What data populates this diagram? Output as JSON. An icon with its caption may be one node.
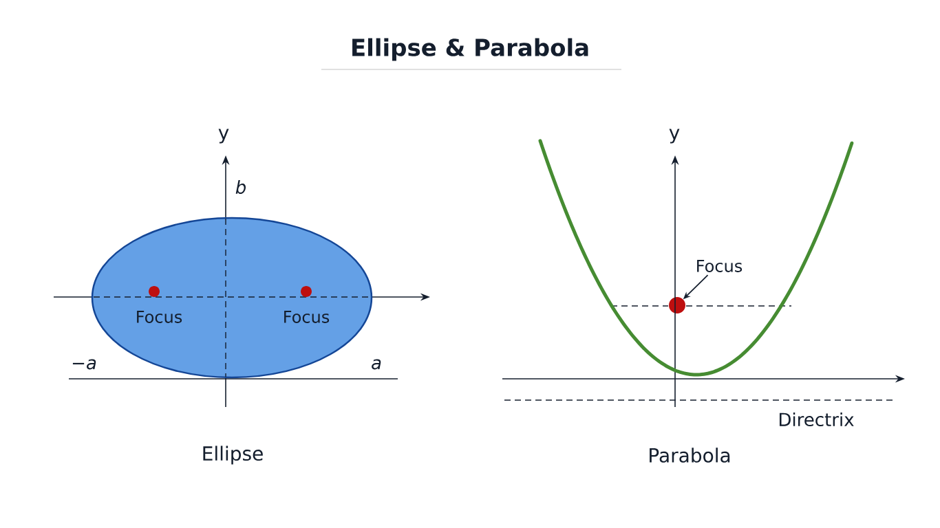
{
  "diagram": {
    "title": "Ellipse & Parabola",
    "nodes": [
      {
        "text": [
          "Focus",
          "Focus"
        ]
      },
      {
        "text": [
          "Focus"
        ]
      },
      {
        "text": [],
        "shape": "circle"
      }
    ],
    "edges": [
      {
        "from": 1,
        "to": 2,
        "arrow": "to"
      }
    ],
    "labels": [
      "y",
      "b",
      "−a",
      "a",
      "Ellipse",
      "y",
      "Directrix",
      "Parabola"
    ]
  }
}
